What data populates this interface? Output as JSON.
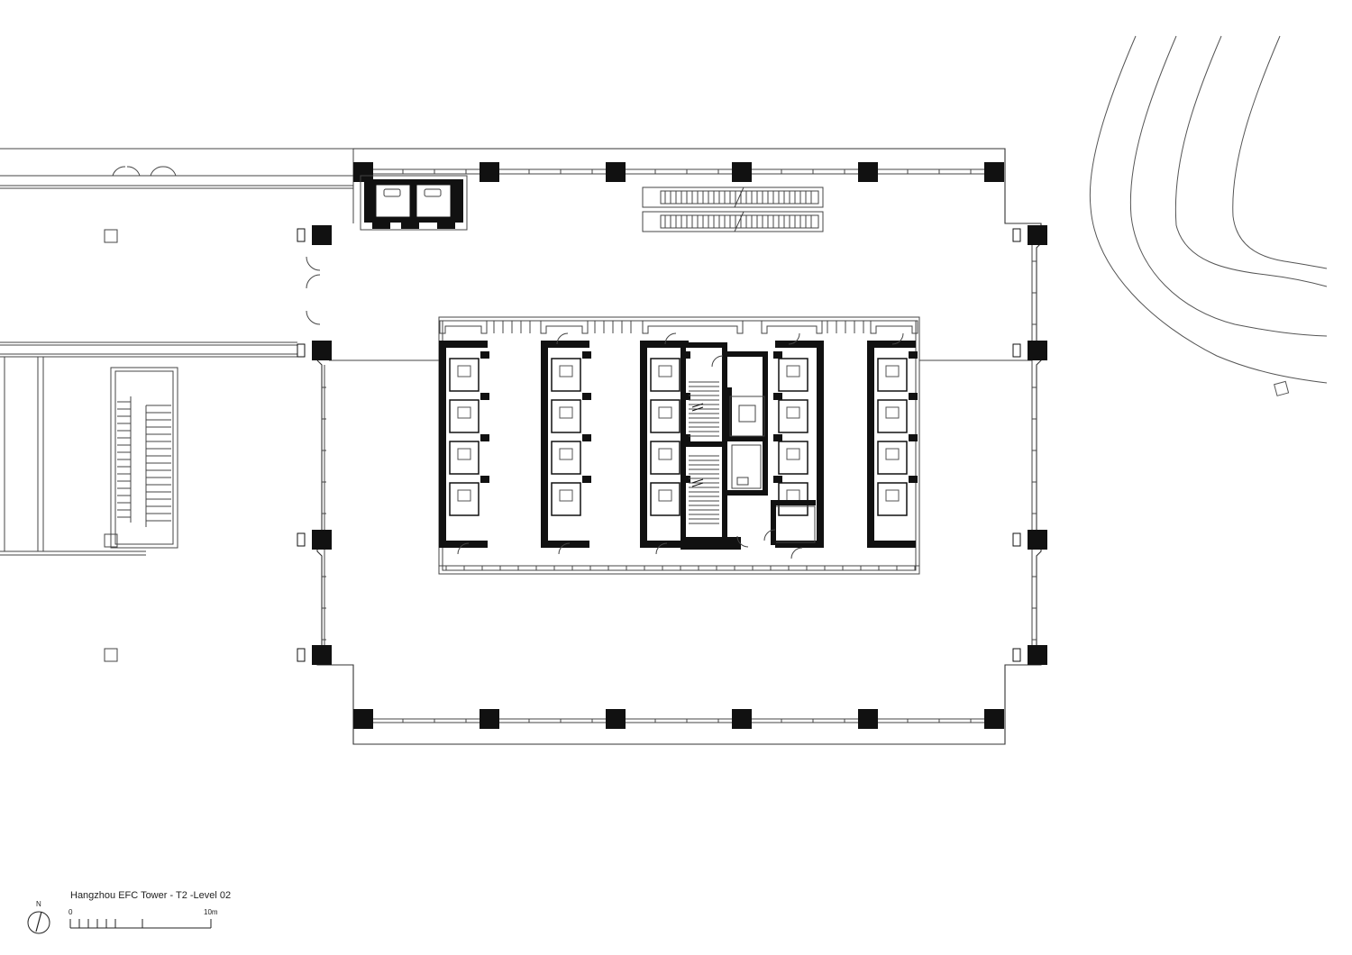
{
  "drawing": {
    "title": "Hangzhou EFC Tower - T2 -Level 02",
    "north_label": "N",
    "scale_start": "0",
    "scale_end": "10m"
  },
  "colors": {
    "ink": "#111111",
    "line": "#333333",
    "paper": "#ffffff"
  }
}
